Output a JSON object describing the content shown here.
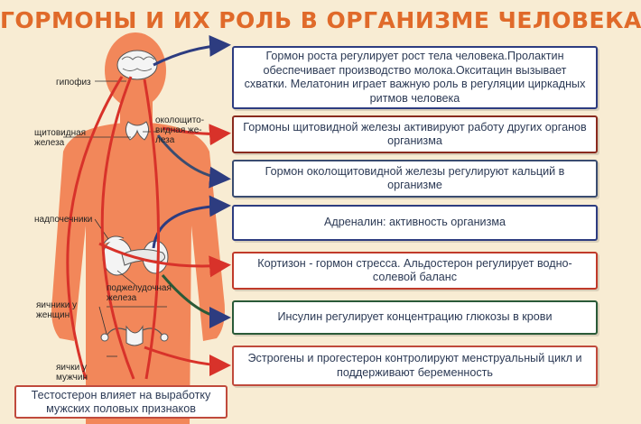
{
  "title": "ГОРМОНЫ И ИХ РОЛЬ В ОРГАНИЗМЕ ЧЕЛОВЕКА",
  "labels": {
    "gipofiz": "гипофиз",
    "shchitovidnaya": "щитовидная\nжелеза",
    "okoloshchitovidnaya": "околощито-\nвидная же-\nлеза",
    "nadpochechniki": "надпочечники",
    "podzheludochnaya": "поджелудочная\nжелеза",
    "yaichniki": "яичники у\nженщин",
    "yaichki": "яички у\nмужчин"
  },
  "boxes": [
    {
      "text": "Гормон роста регулирует рост тела человека.Пролактин обеспечивает производство молока.Окситацин вызывает схватки. Мелатонин играет важную роль в регуляции циркадных ритмов человека",
      "color": "#2d3c80"
    },
    {
      "text": "Гормоны щитовидной железы активируют работу других органов организма",
      "color": "#8a2a1e"
    },
    {
      "text": "Гормон околощитовидной железы регулируют кальций в организме",
      "color": "#3a4c70"
    },
    {
      "text": "Адреналин: активность организма",
      "color": "#2d3c80"
    },
    {
      "text": "Кортизон - гормон стресса. Альдостерон регулирует водно-солевой баланс",
      "color": "#c03a2a"
    },
    {
      "text": "Инсулин регулирует концентрацию глюкозы в крови",
      "color": "#2a5a38"
    },
    {
      "text": "Эстрогены и прогестерон контролируют менструальный цикл и поддерживают беременность",
      "color": "#c04a3c"
    }
  ],
  "testosterone": "Тестостерон влияет на выработку мужских половых признаков",
  "colors": {
    "body": "#f2875a",
    "title": "#e06a2a",
    "arrow_red": "#d8322a",
    "arrow_blue": "#2d3c80"
  }
}
